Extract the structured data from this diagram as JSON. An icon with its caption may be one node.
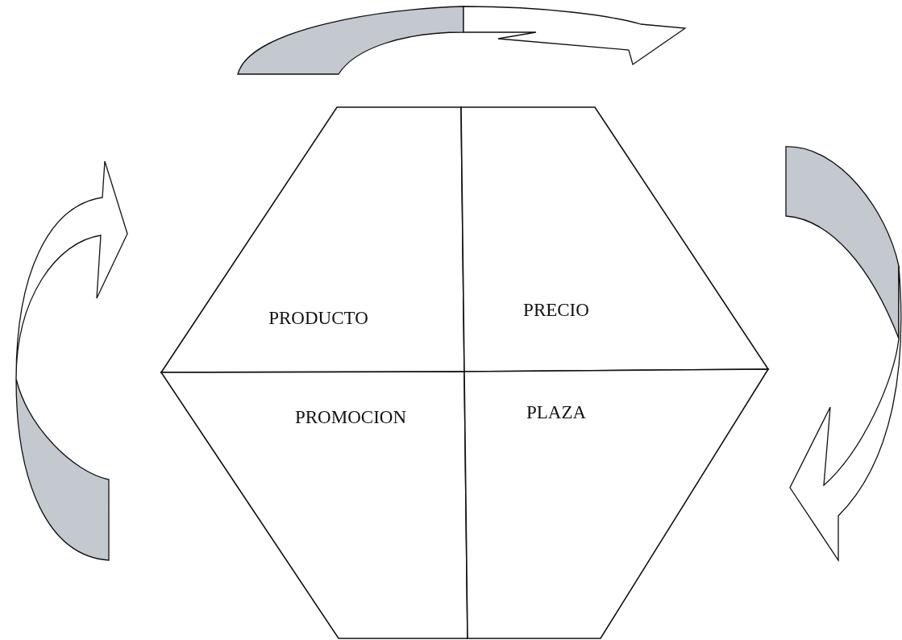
{
  "diagram": {
    "nodes": [
      {
        "text": [
          "PRODUCTO"
        ]
      },
      {
        "text": [
          "PRECIO"
        ]
      },
      {
        "text": [
          "PROMOCION"
        ]
      },
      {
        "text": [
          "PLAZA"
        ]
      }
    ]
  }
}
